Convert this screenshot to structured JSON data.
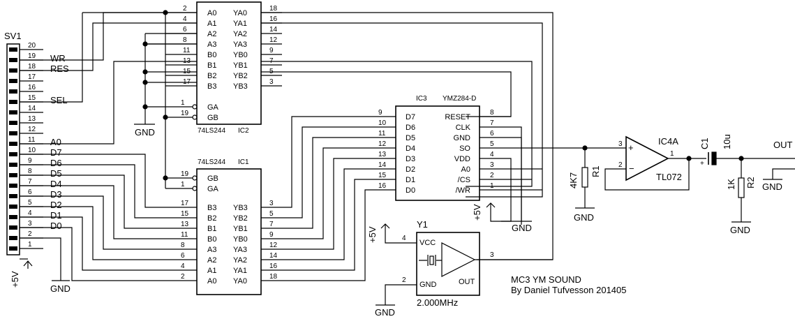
{
  "connector": {
    "ref": "SV1",
    "pins": [
      "20",
      "19",
      "18",
      "17",
      "16",
      "15",
      "14",
      "13",
      "12",
      "11",
      "10",
      "9",
      "8",
      "7",
      "6",
      "5",
      "4",
      "3",
      "2",
      "1"
    ],
    "nets": [
      "WR",
      "RES",
      "SEL",
      "A0",
      "D7",
      "D6",
      "D5",
      "D4",
      "D3",
      "D2",
      "D1",
      "D0"
    ],
    "power": "+5V",
    "ground": "GND"
  },
  "ic2": {
    "part": "74LS244",
    "ref": "IC2",
    "left_pins": [
      "A0",
      "A1",
      "A2",
      "A3",
      "B0",
      "B1",
      "B2",
      "B3",
      "GA",
      "GB"
    ],
    "left_nums": [
      "2",
      "4",
      "6",
      "8",
      "11",
      "13",
      "15",
      "17",
      "1",
      "19"
    ],
    "right_pins": [
      "YA0",
      "YA1",
      "YA2",
      "YA3",
      "YB0",
      "YB1",
      "YB2",
      "YB3"
    ],
    "right_nums": [
      "18",
      "16",
      "14",
      "12",
      "9",
      "7",
      "5",
      "3"
    ],
    "ground": "GND"
  },
  "ic1": {
    "part": "74LS244",
    "ref": "IC1",
    "gate_pins": [
      "GB",
      "GA"
    ],
    "gate_nums": [
      "19",
      "1"
    ],
    "left_pins": [
      "B3",
      "B2",
      "B1",
      "B0",
      "A3",
      "A2",
      "A1",
      "A0"
    ],
    "left_nums": [
      "17",
      "15",
      "13",
      "11",
      "8",
      "6",
      "4",
      "2"
    ],
    "right_pins": [
      "YB3",
      "YB2",
      "YB1",
      "YB0",
      "YA3",
      "YA2",
      "YA1",
      "YA0"
    ],
    "right_nums": [
      "3",
      "5",
      "7",
      "9",
      "12",
      "14",
      "16",
      "18"
    ]
  },
  "ic3": {
    "ref": "IC3",
    "part": "YMZ284-D",
    "left_pins": [
      "D7",
      "D6",
      "D5",
      "D4",
      "D3",
      "D2",
      "D1",
      "D0"
    ],
    "left_nums": [
      "9",
      "10",
      "11",
      "12",
      "13",
      "14",
      "15",
      "16"
    ],
    "right_pins": [
      "RESET",
      "CLK",
      "GND",
      "SO",
      "VDD",
      "A0",
      "/CS",
      "/WR"
    ],
    "right_nums": [
      "8",
      "7",
      "6",
      "4",
      "3",
      "2",
      "1"
    ],
    "right_nums_all": [
      "8",
      "7",
      "6",
      "5",
      "4",
      "3",
      "2",
      "1"
    ],
    "power": "+5V",
    "ground": "GND"
  },
  "opamp": {
    "ref": "IC4A",
    "part": "TL072",
    "pin_plus": "3",
    "pin_minus": "2",
    "pin_out": "1",
    "plus_sign": "+",
    "minus_sign": "−"
  },
  "r1": {
    "ref": "R1",
    "value": "4K7",
    "ground": "GND"
  },
  "r2": {
    "ref": "R2",
    "value": "1K",
    "ground": "GND"
  },
  "c1": {
    "ref": "C1",
    "value": "10u"
  },
  "output": {
    "label": "OUT",
    "ground": "GND"
  },
  "osc": {
    "ref": "Y1",
    "vcc": "VCC",
    "gnd": "GND",
    "out": "OUT",
    "pin_vcc": "4",
    "pin_gnd": "2",
    "pin_out": "3",
    "freq": "2.000MHz",
    "power": "+5V",
    "ground": "GND"
  },
  "credits": {
    "line1": "MC3 YM SOUND",
    "line2": "By Daniel Tufvesson 201405"
  }
}
